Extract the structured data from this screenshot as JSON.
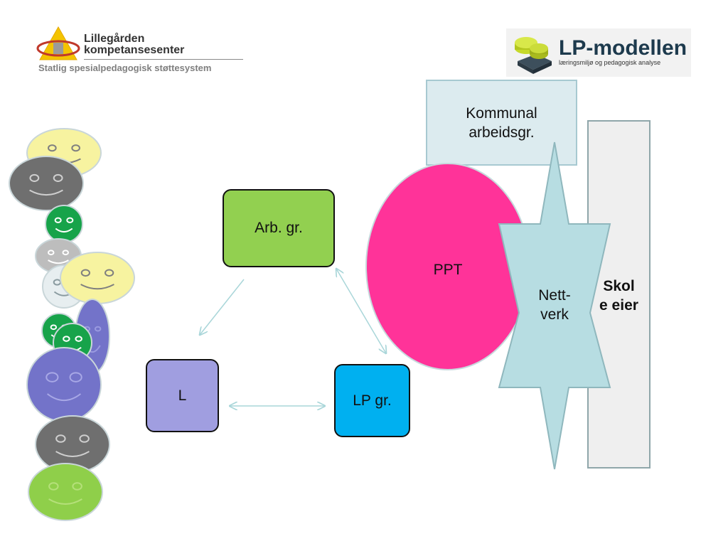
{
  "logos": {
    "lillegarden": {
      "name_line1": "Lillegården",
      "name_line2": "kompetansesenter",
      "subtitle": "Statlig spesialpedagogisk støttesystem"
    },
    "lp_modellen": {
      "title": "LP-modellen",
      "subtitle": "læringsmiljø og pedagogisk analyse"
    }
  },
  "diagram": {
    "nodes": {
      "arb_gr": "Arb. gr.",
      "l": "L",
      "lp_gr": "LP gr.",
      "kommunal_line1": "Kommunal",
      "kommunal_line2": "arbeidsgr.",
      "ppt": "PPT",
      "nettverk_line1": "Nett-",
      "nettverk_line2": "verk",
      "skoleeier_line1": "Skol",
      "skoleeier_line2": "e eier"
    },
    "colors": {
      "arb_gr": "#92d050",
      "l": "#a09ee0",
      "lp_gr": "#00b0f0",
      "kommunal": "#dcebef",
      "ppt": "#ff3399",
      "nettverk": "#b7dde2",
      "skoleeier": "#efefef",
      "arrows": "#a9d6d9"
    }
  },
  "faces": [
    {
      "color": "#f7f3a0",
      "eyes": "#7f7f7f"
    },
    {
      "color": "#6f6f6f",
      "eyes": "#cfcfcf"
    },
    {
      "color": "#17a34a",
      "eyes": "#ffffff"
    },
    {
      "color": "#bdbdbd",
      "eyes": "#ffffff"
    },
    {
      "color": "#e7eef0",
      "eyes": "#8a9ba0"
    },
    {
      "color": "#f7f3a0",
      "eyes": "#7f7f7f"
    },
    {
      "color": "#7373c9",
      "eyes": "#9a9ae0"
    },
    {
      "color": "#17a34a",
      "eyes": "#ffffff"
    },
    {
      "color": "#17a34a",
      "eyes": "#ffffff"
    },
    {
      "color": "#7373c9",
      "eyes": "#a8a8e6"
    },
    {
      "color": "#6f6f6f",
      "eyes": "#cfcfcf"
    },
    {
      "color": "#8fcf4a",
      "eyes": "#b5e07a"
    }
  ]
}
